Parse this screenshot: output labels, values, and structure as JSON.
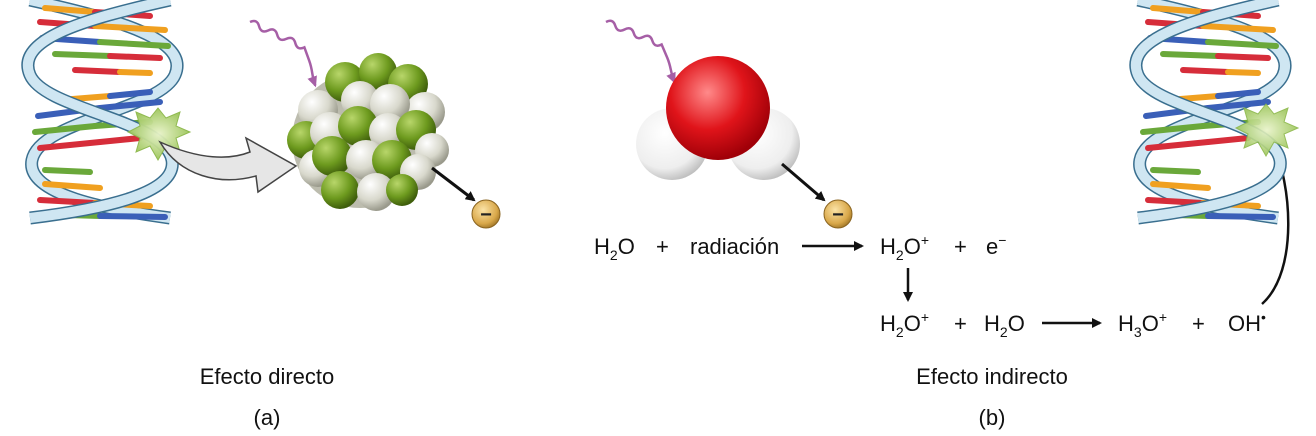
{
  "panel_a": {
    "caption": "Efecto directo",
    "label": "(a)",
    "electron_symbol": "−"
  },
  "panel_b": {
    "caption": "Efecto indirecto",
    "label": "(b)",
    "electron_symbol": "−",
    "equation1": {
      "reactant1_base": "H",
      "reactant1_sub": "2",
      "reactant1_tail": "O",
      "plus1": "+",
      "reactant2": "radiación",
      "product1_base": "H",
      "product1_sub": "2",
      "product1_tail": "O",
      "product1_sup": "+",
      "plus2": "+",
      "product2_base": "e",
      "product2_sup": "−"
    },
    "equation2": {
      "reactant1_base": "H",
      "reactant1_sub": "2",
      "reactant1_tail": "O",
      "reactant1_sup": "+",
      "plus1": "+",
      "reactant2_base": "H",
      "reactant2_sub": "2",
      "reactant2_tail": "O",
      "product1_base": "H",
      "product1_sub": "3",
      "product1_tail": "O",
      "product1_sup": "+",
      "plus2": "+",
      "product2_base": "OH",
      "product2_sup": "•"
    }
  },
  "colors": {
    "helix_backbone": "#cfe6f2",
    "helix_outline": "#3a6f8f",
    "rung_colors": [
      "#d62d3a",
      "#f0a020",
      "#3a5fb8",
      "#6aa83a"
    ],
    "radiation": "#a65fa6",
    "atom_green": "#6d9a1e",
    "atom_grey": "#d8d8cc",
    "oxygen": "#e0141a",
    "hydrogen": "#f2f2f2",
    "electron": "#d9a84a",
    "damage_star": "#a9cf6a"
  }
}
